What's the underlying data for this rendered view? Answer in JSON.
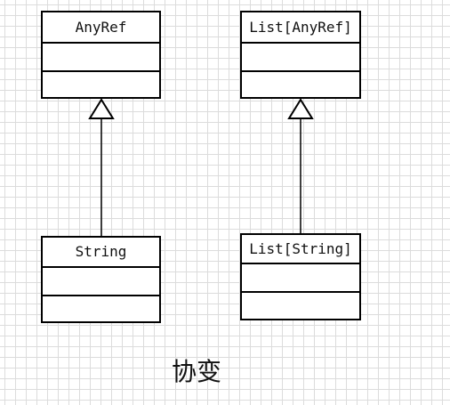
{
  "diagram": {
    "classes": [
      {
        "id": "anyref",
        "name": "AnyRef"
      },
      {
        "id": "list-anyref",
        "name": "List[AnyRef]"
      },
      {
        "id": "string",
        "name": "String"
      },
      {
        "id": "list-string",
        "name": "List[String]"
      }
    ],
    "relations": [
      {
        "type": "generalization",
        "from": "String",
        "to": "AnyRef"
      },
      {
        "type": "generalization",
        "from": "List[String]",
        "to": "List[AnyRef]"
      }
    ],
    "caption": "协变"
  }
}
